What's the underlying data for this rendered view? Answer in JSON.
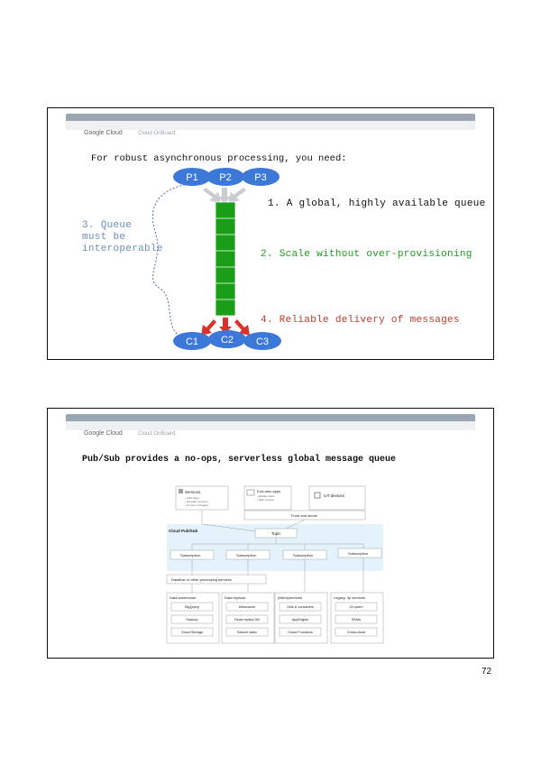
{
  "header": {
    "brand": "Google Cloud",
    "subbrand": "Cloud OnBoard"
  },
  "slide1": {
    "title": "For robust asynchronous processing, you need:",
    "producers": [
      "P1",
      "P2",
      "P3"
    ],
    "consumers": [
      "C1",
      "C2",
      "C3"
    ],
    "point1": "1. A global, highly available queue",
    "point2": "2. Scale without over-provisioning",
    "point3_lines": [
      "3. Queue",
      "must be",
      "interoperable"
    ],
    "point4": "4. Reliable delivery of messages",
    "colors": {
      "node": "#3c78d8",
      "queue": "#1a9e1a",
      "point1": "#111111",
      "point2": "#1a9e1a",
      "point3": "#6d8fb8",
      "point4": "#c0392b",
      "in_arrow": "#c9ccd0",
      "out_arrow": "#d9322c"
    }
  },
  "slide2": {
    "title": "Pub/Sub provides a no-ops, serverless global message queue",
    "diagram": {
      "services_title": "Services",
      "services_items": [
        "• GCP Apps",
        "• 3rd-party services",
        "• On-prem & legacy"
      ],
      "enduser_title": "End-user apps",
      "enduser_items": [
        "• Mobile native",
        "• Web content"
      ],
      "iot": "IoT devices",
      "frontend": "Front end server",
      "pubsub": "Cloud Pub/Sub",
      "topic": "Topic",
      "subscriptions": [
        "Subscription",
        "Subscription",
        "Subscription",
        "Subscription"
      ],
      "dataflow": "Dataflow or other processing services",
      "columns": [
        {
          "title": "Data warehouse",
          "items": [
            "BigQuery",
            "Hadoop",
            "Cloud Storage"
          ]
        },
        {
          "title": "Data replicas",
          "items": [
            "Memcache",
            "Read replica DB",
            "Search index"
          ]
        },
        {
          "title": "(Micro)services",
          "items": [
            "VMs & containers",
            "AppEngine",
            "Cloud Functions"
          ]
        },
        {
          "title": "Legacy, 3p services",
          "items": [
            "On-prem",
            "SEMs",
            "Cross-cloud"
          ]
        }
      ]
    }
  },
  "page_number": "72"
}
